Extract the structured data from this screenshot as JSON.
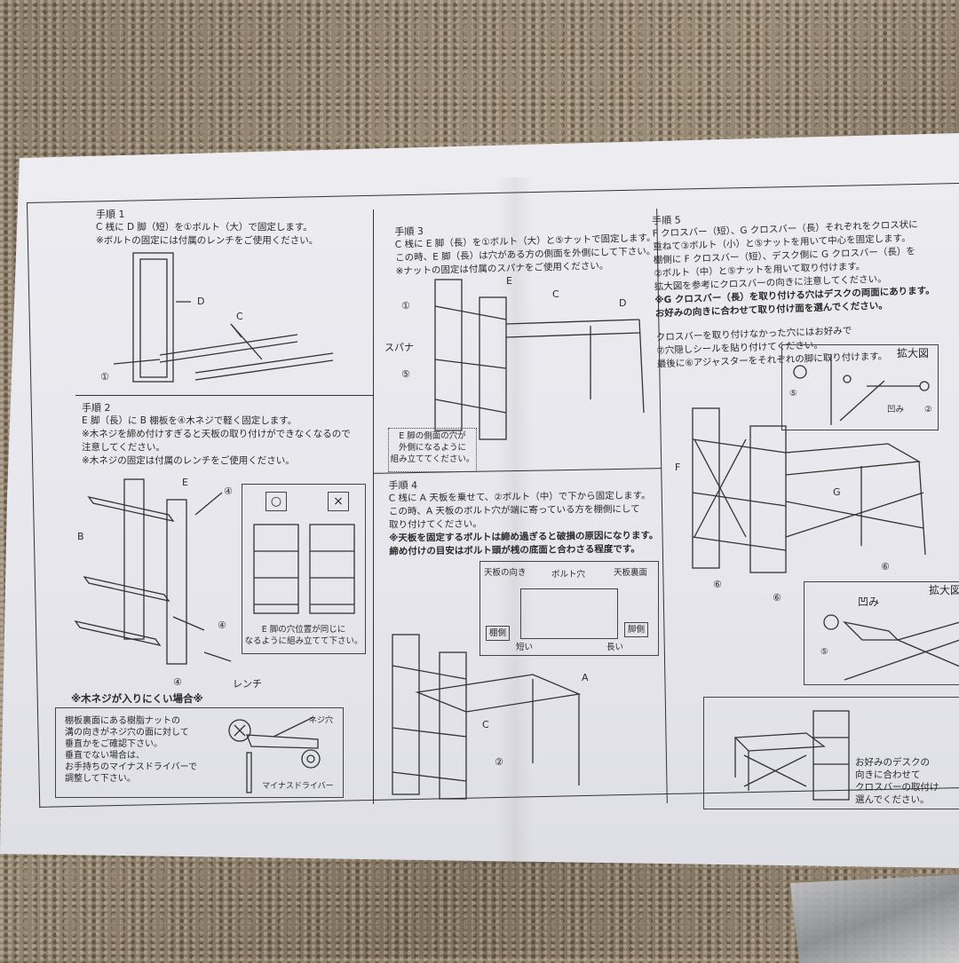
{
  "step1": {
    "title": "手順 1",
    "lines": [
      "C 桟に D 脚（短）を①ボルト（大）で固定します。",
      "※ボルトの固定には付属のレンチをご使用ください。"
    ],
    "labels": {
      "d": "D",
      "c": "C",
      "n1": "①"
    }
  },
  "step2": {
    "title": "手順 2",
    "lines": [
      "E 脚（長）に B 棚板を④木ネジで軽く固定します。",
      "※木ネジを締め付けすぎると天板の取り付けができなくなるので",
      "注意してください。",
      "※木ネジの固定は付属のレンチをご使用ください。"
    ],
    "labels": {
      "e": "E",
      "b": "B",
      "n4": "④",
      "wrench": "レンチ",
      "ok": "○",
      "ng": "×"
    },
    "note": [
      "E 脚の穴位置が同じに",
      "なるように組み立てて下さい。"
    ],
    "tip_title": "※木ネジが入りにくい場合※",
    "tip_lines": [
      "棚板裏面にある樹脂ナットの",
      "溝の向きがネジ穴の面に対して",
      "垂直かをご確認下さい。",
      "垂直でない場合は、",
      "お手持ちのマイナスドライバーで",
      "調整して下さい。"
    ],
    "tip_labels": {
      "screw_hole": "ネジ穴",
      "driver": "マイナスドライバー"
    }
  },
  "step3": {
    "title": "手順 3",
    "lines": [
      "C 桟に E 脚（長）を①ボルト（大）と⑤ナットで固定します。",
      "この時、E 脚（長）は穴がある方の側面を外側にして下さい。",
      "※ナットの固定は付属のスパナをご使用ください。"
    ],
    "labels": {
      "e": "E",
      "c": "C",
      "d": "D",
      "n1": "①",
      "n5": "⑤",
      "spanner": "スパナ"
    },
    "note": [
      "E 脚の側面の穴が",
      "外側になるように",
      "組み立ててください。"
    ]
  },
  "step4": {
    "title": "手順 4",
    "lines": [
      "C 桟に A 天板を乗せて、②ボルト（中）で下から固定します。",
      "この時、A 天板のボルト穴が端に寄っている方を棚側にして",
      "取り付けてください。"
    ],
    "bold_lines": [
      "※天板を固定するボルトは締め過ぎると破損の原因になります。",
      "締め付けの目安はボルト頭が桟の底面と合わさる程度です。"
    ],
    "diagram": {
      "orientation": "天板の向き",
      "bolt_hole": "ボルト穴",
      "back": "天板裏面",
      "shelf_side": "棚側",
      "leg_side": "脚側",
      "short": "短い",
      "long": "長い"
    },
    "labels": {
      "a": "A",
      "c": "C",
      "n2": "②"
    }
  },
  "step5": {
    "title": "手順 5",
    "lines": [
      "F クロスバー（短）、G クロスバー（長）それぞれをクロス状に",
      "重ねて③ボルト（小）と⑤ナットを用いて中心を固定します。",
      "棚側に F クロスバー（短）、デスク側に G クロスバー（長）を",
      "②ボルト（中）と⑤ナットを用いて取り付けます。",
      "拡大図を参考にクロスバーの向きに注意してください。"
    ],
    "bold_lines": [
      "※G クロスバー（長）を取り付ける穴はデスクの両面にあります。",
      "お好みの向きに合わせて取り付け面を選んでください。"
    ],
    "lines2": [
      "クロスバーを取り付けなかった穴にはお好みで",
      "⑦穴隠しシールを貼り付けてください。",
      "最後に⑥アジャスターをそれぞれの脚に取り付けます。"
    ],
    "labels": {
      "zoom": "拡大図",
      "dent": "凹み",
      "f": "F",
      "g": "G",
      "n5": "⑤",
      "n2": "②",
      "n6": "⑥"
    },
    "note": [
      "お好みのデスクの",
      "向きに合わせて",
      "クロスバーの取付け",
      "選んでください。"
    ]
  }
}
